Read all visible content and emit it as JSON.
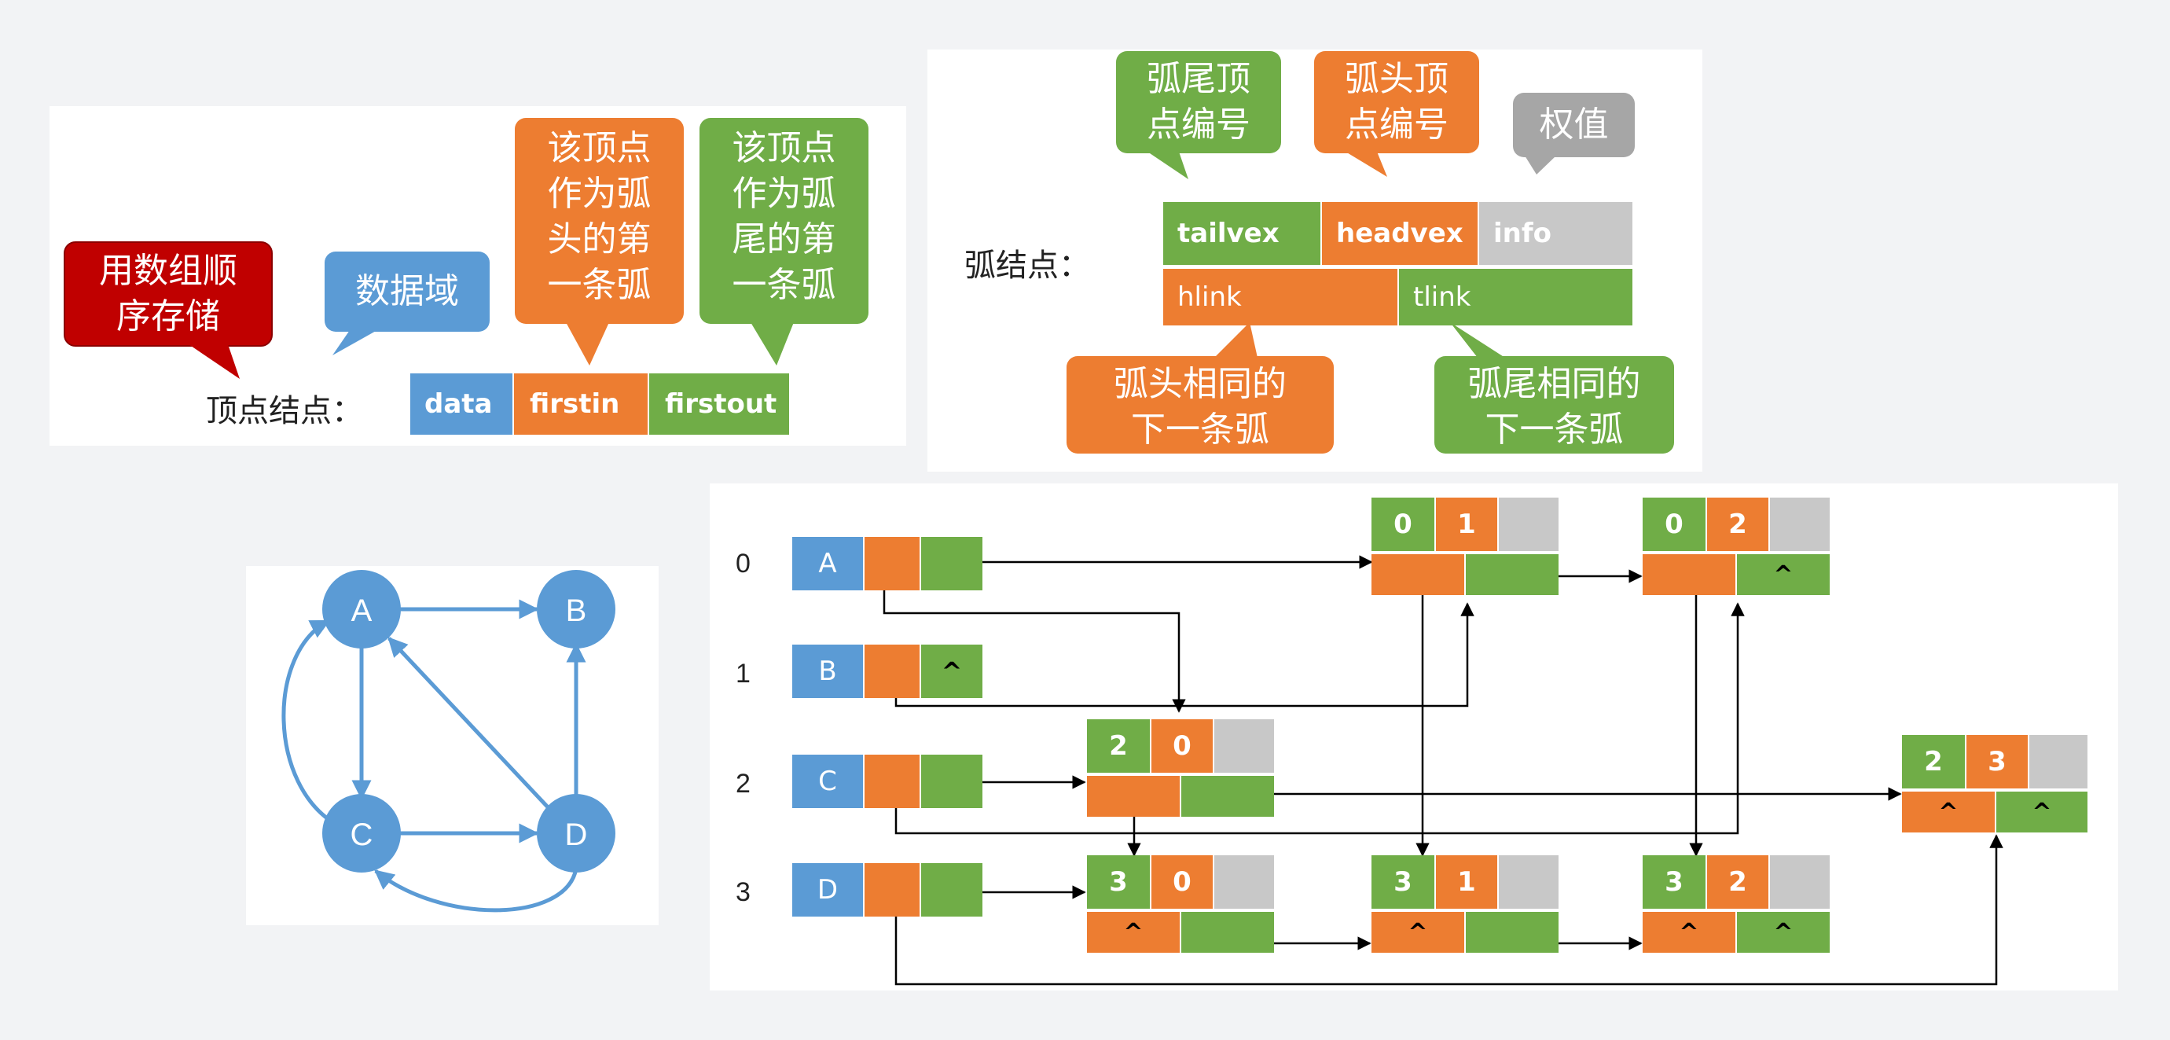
{
  "vertex_legend": {
    "callouts": {
      "sequential": "用数组顺\n序存储",
      "data_field": "数据域",
      "firstin": "该顶点\n作为弧\n头的第\n一条弧",
      "firstout": "该顶点\n作为弧\n尾的第\n一条弧"
    },
    "node_label": "顶点结点：",
    "fields": [
      "data",
      "firstin",
      "firstout"
    ]
  },
  "arc_legend": {
    "callouts": {
      "tail_vertex": "弧尾顶\n点编号",
      "head_vertex": "弧头顶\n点编号",
      "weight": "权值",
      "same_head": "弧头相同的\n下一条弧",
      "same_tail": "弧尾相同的\n下一条弧"
    },
    "node_label": "弧结点：",
    "fields_top": [
      "tailvex",
      "headvex",
      "info"
    ],
    "fields_bottom": [
      "hlink",
      "tlink"
    ]
  },
  "graph": {
    "nodes": [
      "A",
      "B",
      "C",
      "D"
    ],
    "edges": [
      [
        "A",
        "B"
      ],
      [
        "A",
        "C"
      ],
      [
        "C",
        "A"
      ],
      [
        "C",
        "D"
      ],
      [
        "D",
        "A"
      ],
      [
        "D",
        "B"
      ],
      [
        "D",
        "C"
      ]
    ]
  },
  "orthogonal_list": {
    "vertices": [
      {
        "index": "0",
        "data": "A"
      },
      {
        "index": "1",
        "data": "B",
        "firstout": "^"
      },
      {
        "index": "2",
        "data": "C"
      },
      {
        "index": "3",
        "data": "D"
      }
    ],
    "arcs": [
      {
        "tail": "0",
        "head": "1",
        "hlink": "",
        "tlink": ""
      },
      {
        "tail": "0",
        "head": "2",
        "hlink": "",
        "tlink": "^"
      },
      {
        "tail": "2",
        "head": "0",
        "hlink": "",
        "tlink": ""
      },
      {
        "tail": "2",
        "head": "3",
        "hlink": "^",
        "tlink": "^"
      },
      {
        "tail": "3",
        "head": "0",
        "hlink": "^",
        "tlink": ""
      },
      {
        "tail": "3",
        "head": "1",
        "hlink": "^",
        "tlink": ""
      },
      {
        "tail": "3",
        "head": "2",
        "hlink": "^",
        "tlink": "^"
      }
    ]
  },
  "colors": {
    "blue": "#5b9bd5",
    "orange": "#ed7d31",
    "green": "#70ad47",
    "gray": "#c8c8c8",
    "red": "#c00000",
    "callout_gray": "#a6a6a6"
  }
}
